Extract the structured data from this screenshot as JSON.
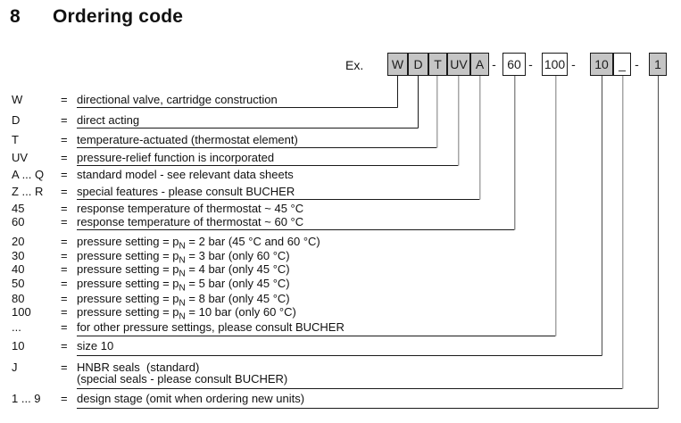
{
  "title": {
    "number": "8",
    "text": "Ordering code"
  },
  "example": {
    "label": "Ex.",
    "separator": "-",
    "boxes": [
      {
        "id": "W",
        "label": "W",
        "style": "gray"
      },
      {
        "id": "D",
        "label": "D",
        "style": "gray"
      },
      {
        "id": "T",
        "label": "T",
        "style": "gray"
      },
      {
        "id": "UV",
        "label": "UV",
        "style": "gray"
      },
      {
        "id": "A",
        "label": "A",
        "style": "gray"
      },
      {
        "id": "60",
        "label": "60",
        "style": "white"
      },
      {
        "id": "100",
        "label": "100",
        "style": "white"
      },
      {
        "id": "10",
        "label": "10",
        "style": "gray"
      },
      {
        "id": "_",
        "label": "_",
        "style": "white"
      },
      {
        "id": "1",
        "label": "1",
        "style": "gray"
      }
    ]
  },
  "legend": {
    "equals": "=",
    "rows": [
      {
        "code": "W",
        "desc": "directional valve, cartridge construction"
      },
      {
        "code": "D",
        "desc": "direct acting"
      },
      {
        "code": "T",
        "desc": "temperature-actuated (thermostat element)"
      },
      {
        "code": "UV",
        "desc": "pressure-relief function is incorporated"
      },
      {
        "code": "A ... Q",
        "desc": "standard model - see relevant data sheets"
      },
      {
        "code": "Z ... R",
        "desc": "special features - please consult BUCHER"
      },
      {
        "code": "45",
        "desc": "response temperature of thermostat ~ 45 °C"
      },
      {
        "code": "60",
        "desc": "response temperature of thermostat ~ 60 °C"
      },
      {
        "code": "20",
        "desc_pre": "pressure setting = p",
        "desc_sub": "N",
        "desc_post": " = 2 bar (45 °C and 60 °C)"
      },
      {
        "code": "30",
        "desc_pre": "pressure setting = p",
        "desc_sub": "N",
        "desc_post": " = 3 bar (only 60 °C)"
      },
      {
        "code": "40",
        "desc_pre": "pressure setting = p",
        "desc_sub": "N",
        "desc_post": " = 4 bar (only 45 °C)"
      },
      {
        "code": "50",
        "desc_pre": "pressure setting = p",
        "desc_sub": "N",
        "desc_post": " = 5 bar (only 45 °C)"
      },
      {
        "code": "80",
        "desc_pre": "pressure setting = p",
        "desc_sub": "N",
        "desc_post": " = 8 bar (only 45 °C)"
      },
      {
        "code": "100",
        "desc_pre": "pressure setting = p",
        "desc_sub": "N",
        "desc_post": " = 10 bar (only 60 °C)"
      },
      {
        "code": "...",
        "desc": "for other pressure settings, please consult BUCHER"
      },
      {
        "code": "10",
        "desc": "size 10"
      },
      {
        "code": "J",
        "desc": "HNBR seals  (standard)",
        "desc2": "(special seals - please consult BUCHER)"
      },
      {
        "code": "1 ... 9",
        "desc": "design stage (omit when ordering new units)"
      }
    ]
  },
  "colors": {
    "box_fill_gray": "#c5c5c5",
    "line_black": "#1a1a1a",
    "line_gray": "#a6a6a6"
  }
}
